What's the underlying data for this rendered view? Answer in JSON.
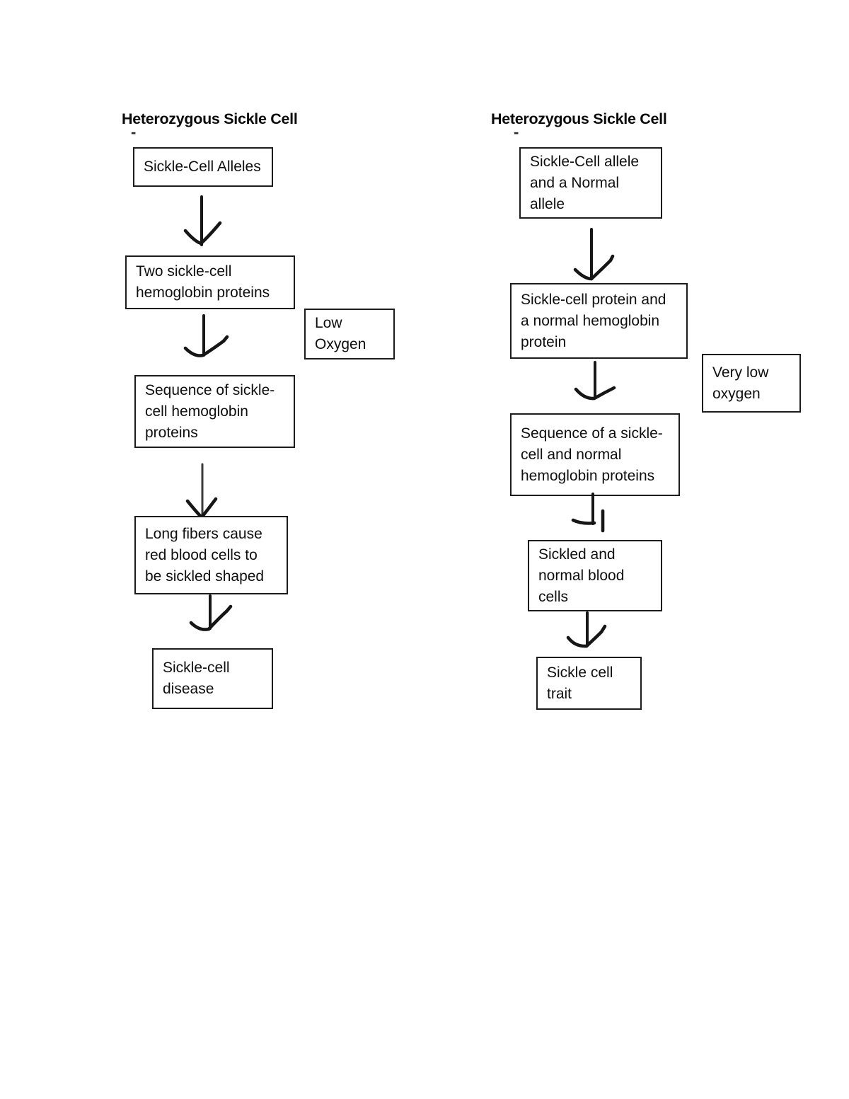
{
  "page": {
    "background_color": "#ffffff",
    "text_color": "#0f0f0f",
    "box_border_color": "#1c1c1c",
    "arrow_icon": "hand-drawn-down-arrow"
  },
  "left": {
    "title": "Heterozygous Sickle Cell",
    "tick": "-",
    "boxes": [
      {
        "label": "Sickle-Cell Alleles"
      },
      {
        "label": "Two sickle-cell\nhemoglobin proteins"
      },
      {
        "label": "Sequence of sickle-\ncell hemoglobin\nproteins"
      },
      {
        "label": "Long fibers cause\nred blood cells to\nbe sickled shaped"
      },
      {
        "label": "Sickle-cell\ndisease"
      }
    ],
    "side_box": {
      "label": "Low\nOxygen"
    }
  },
  "right": {
    "title": "Heterozygous Sickle Cell",
    "tick": "-",
    "boxes": [
      {
        "label": "Sickle-Cell allele\nand a Normal\nallele"
      },
      {
        "label": "Sickle-cell protein and\na normal hemoglobin\nprotein"
      },
      {
        "label": "Sequence of a sickle-\ncell and normal\nhemoglobin proteins"
      },
      {
        "label": "Sickled and\nnormal blood\ncells"
      },
      {
        "label": "Sickle cell\ntrait"
      }
    ],
    "side_box": {
      "label": "Very low\noxygen"
    }
  }
}
